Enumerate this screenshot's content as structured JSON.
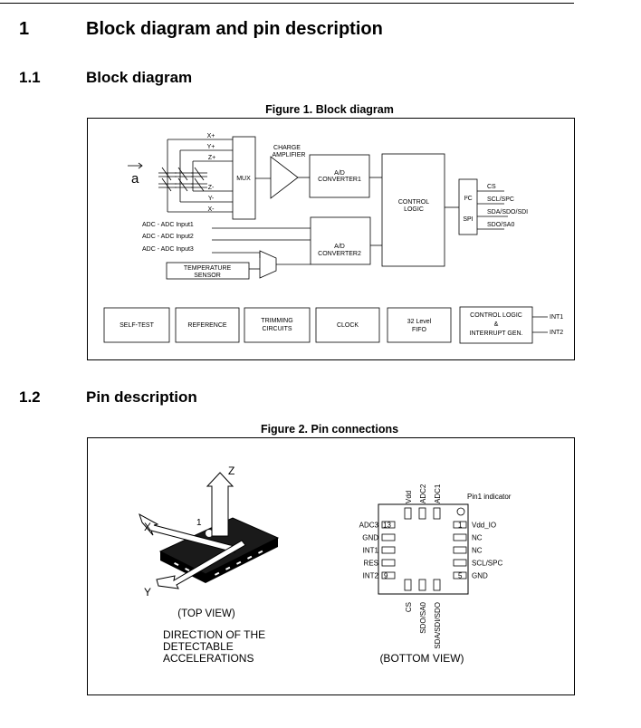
{
  "section1": {
    "number": "1",
    "title": "Block diagram and pin description"
  },
  "section11": {
    "number": "1.1",
    "title": "Block diagram"
  },
  "section12": {
    "number": "1.2",
    "title": "Pin description"
  },
  "figure1": {
    "caption": "Figure 1. Block diagram",
    "accel_symbol": "a",
    "mux_in": [
      "X+",
      "Y+",
      "Z+",
      "Z-",
      "Y-",
      "X-"
    ],
    "mux": "MUX",
    "charge_amp": [
      "CHARGE",
      "AMPLIFIER"
    ],
    "adc1": [
      "A/D",
      "CONVERTER1"
    ],
    "adc2": [
      "A/D",
      "CONVERTER2"
    ],
    "control_logic": [
      "CONTROL",
      "LOGIC"
    ],
    "i2c": "I²C",
    "spi": "SPI",
    "serial_pins": [
      "CS",
      "SCL/SPC",
      "SDA/SDO/SDI",
      "SDO/SA0"
    ],
    "adc_inputs": [
      "ADC - ADC Input1",
      "ADC - ADC Input2",
      "ADC - ADC Input3"
    ],
    "temp_sensor": [
      "TEMPERATURE",
      "SENSOR"
    ],
    "self_test": "SELF-TEST",
    "reference": "REFERENCE",
    "trimming": [
      "TRIMMING",
      "CIRCUITS"
    ],
    "clock": "CLOCK",
    "fifo": [
      "32 Level",
      "FIFO"
    ],
    "int_logic": [
      "CONTROL LOGIC",
      "&",
      "INTERRUPT GEN."
    ],
    "int_outputs": [
      "INT1",
      "INT2"
    ]
  },
  "figure2": {
    "caption": "Figure 2. Pin connections",
    "axes": {
      "x": "X",
      "y": "Y",
      "z": "Z"
    },
    "pin_mark": "1",
    "top_view": "(TOP VIEW)",
    "direction": [
      "DIRECTION OF THE",
      "DETECTABLE",
      "ACCELERATIONS"
    ],
    "top_pins": [
      "Vdd",
      "ADC2",
      "ADC1"
    ],
    "pin1_indicator": "Pin1 indicator",
    "left_pins": [
      "ADC3",
      "GND",
      "INT1",
      "RES",
      "INT2"
    ],
    "left_numbers": [
      "13",
      "9"
    ],
    "right_pins": [
      "Vdd_IO",
      "NC",
      "NC",
      "SCL/SPC",
      "GND"
    ],
    "right_numbers": [
      "1",
      "5"
    ],
    "bottom_pins": [
      "CS",
      "SDO/SA0",
      "SDA/SDI/SDO"
    ],
    "bottom_view": "(BOTTOM VIEW)"
  }
}
